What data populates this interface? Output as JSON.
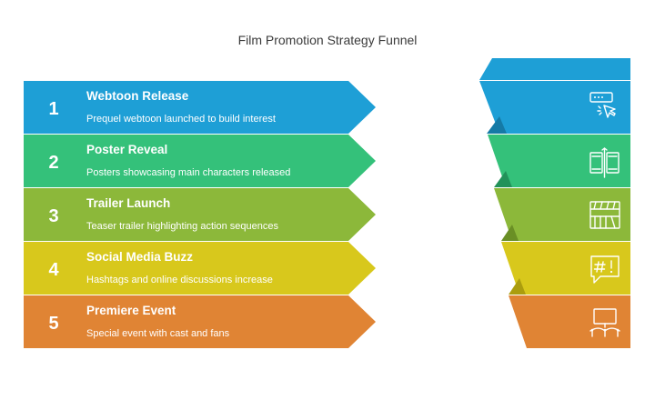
{
  "title": "Film Promotion Strategy Funnel",
  "steps": [
    {
      "number": "1",
      "title": "Webtoon Release",
      "description": "Prequel webtoon launched to build interest",
      "color": "#1e9fd6",
      "dark": "#157aa6",
      "icon": "webtoon-click-icon"
    },
    {
      "number": "2",
      "title": "Poster Reveal",
      "description": "Posters showcasing main characters released",
      "color": "#34c17a",
      "dark": "#22925a",
      "icon": "posters-icon"
    },
    {
      "number": "3",
      "title": "Trailer Launch",
      "description": "Teaser trailer highlighting action sequences",
      "color": "#8cb83a",
      "dark": "#6a8f25",
      "icon": "clapperboard-icon"
    },
    {
      "number": "4",
      "title": "Social Media Buzz",
      "description": "Hashtags and online discussions increase",
      "color": "#d8c81c",
      "dark": "#ab9d0e",
      "icon": "hashtag-chat-icon"
    },
    {
      "number": "5",
      "title": "Premiere Event",
      "description": "Special event with cast and fans",
      "color": "#e08434",
      "dark": "#b5661f",
      "icon": "premiere-screen-icon"
    }
  ]
}
